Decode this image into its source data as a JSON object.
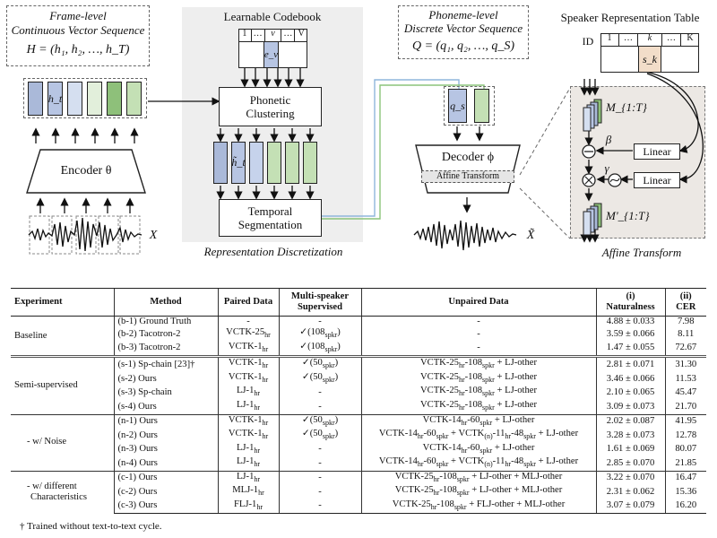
{
  "diagram": {
    "frame_title_line1": "Frame-level",
    "frame_title_line2": "Continuous Vector Sequence",
    "frame_formula": "H = (h₁, h₂, …, h_T)",
    "h_t": "h_t",
    "encoder": "Encoder θ",
    "x_label": "X",
    "codebook_title": "Learnable Codebook",
    "codebook_cells": [
      "1",
      "…",
      "v",
      "…",
      "V"
    ],
    "codebook_entry": "e_v",
    "phonetic_clustering": "Phonetic Clustering",
    "h_tilde": "h̃_t",
    "temporal_segmentation": "Temporal Segmentation",
    "discretization_caption": "Representation Discretization",
    "phoneme_title_line1": "Phoneme-level",
    "phoneme_title_line2": "Discrete Vector Sequence",
    "phoneme_formula": "Q = (q₁, q₂, …, q_S)",
    "q_s": "q_s",
    "decoder": "Decoder ϕ",
    "affine_inner": "Affine Transform",
    "x_hat": "X̃",
    "speaker_table_title": "Speaker Representation Table",
    "speaker_table_id": "ID",
    "speaker_cells": [
      "1",
      "…",
      "k",
      "…",
      "K"
    ],
    "speaker_entry": "s_k",
    "m_in": "M_{1:T}",
    "m_out": "M'_{1:T}",
    "beta": "β",
    "gamma": "γ",
    "linear1": "Linear",
    "linear2": "Linear",
    "affine_caption": "Affine Transform"
  },
  "table": {
    "headers": {
      "experiment": "Experiment",
      "method": "Method",
      "paired": "Paired Data",
      "multi_line1": "Multi-speaker",
      "multi_line2": "Supervised",
      "unpaired": "Unpaired Data",
      "nat_num": "(i)",
      "nat_label": "Naturalness",
      "cer_num": "(ii)",
      "cer_label": "CER"
    },
    "groups": [
      {
        "experiment": "Baseline",
        "rows": [
          {
            "method": "(b-1) Ground Truth",
            "paired": "-",
            "multi": "-",
            "unpaired": "-",
            "nat": "4.88 ± 0.033",
            "cer": "7.98"
          },
          {
            "method": "(b-2) Tacotron-2",
            "paired": "VCTK-25hr",
            "multi": "✓(108spkr)",
            "unpaired": "-",
            "nat": "3.59 ± 0.066",
            "cer": "8.11"
          },
          {
            "method": "(b-3) Tacotron-2",
            "paired": "VCTK-1hr",
            "multi": "✓(108spkr)",
            "unpaired": "-",
            "nat": "1.47 ± 0.055",
            "cer": "72.67"
          }
        ]
      },
      {
        "experiment": "Semi-supervised",
        "rows": [
          {
            "method": "(s-1) Sp-chain [23]†",
            "paired": "VCTK-1hr",
            "multi": "✓(50spkr)",
            "unpaired": "VCTK-25hr-108spkr + LJ-other",
            "nat": "2.81 ± 0.071",
            "cer": "31.30"
          },
          {
            "method": "(s-2) Ours",
            "paired": "VCTK-1hr",
            "multi": "✓(50spkr)",
            "unpaired": "VCTK-25hr-108spkr + LJ-other",
            "nat": "3.46 ± 0.066",
            "cer": "11.53"
          },
          {
            "method": "(s-3) Sp-chain",
            "paired": "LJ-1hr",
            "multi": "-",
            "unpaired": "VCTK-25hr-108spkr + LJ-other",
            "nat": "2.10 ± 0.065",
            "cer": "45.47"
          },
          {
            "method": "(s-4) Ours",
            "paired": "LJ-1hr",
            "multi": "-",
            "unpaired": "VCTK-25hr-108spkr + LJ-other",
            "nat": "3.09 ± 0.073",
            "cer": "21.70"
          }
        ]
      },
      {
        "experiment": "- w/ Noise",
        "rows": [
          {
            "method": "(n-1) Ours",
            "paired": "VCTK-1hr",
            "multi": "✓(50spkr)",
            "unpaired": "VCTK-14hr-60spkr + LJ-other",
            "nat": "2.02 ± 0.087",
            "cer": "41.95"
          },
          {
            "method": "(n-2) Ours",
            "paired": "VCTK-1hr",
            "multi": "✓(50spkr)",
            "unpaired": "VCTK-14hr-60spkr + VCTK(n)-11hr-48spkr + LJ-other",
            "nat": "3.28 ± 0.073",
            "cer": "12.78"
          },
          {
            "method": "(n-3) Ours",
            "paired": "LJ-1hr",
            "multi": "-",
            "unpaired": "VCTK-14hr-60spkr + LJ-other",
            "nat": "1.61 ± 0.069",
            "cer": "80.07"
          },
          {
            "method": "(n-4) Ours",
            "paired": "LJ-1hr",
            "multi": "-",
            "unpaired": "VCTK-14hr-60spkr + VCTK(n)-11hr-48spkr + LJ-other",
            "nat": "2.85 ± 0.070",
            "cer": "21.85"
          }
        ]
      },
      {
        "experiment_line1": "- w/ different",
        "experiment_line2": "Characteristics",
        "rows": [
          {
            "method": "(c-1) Ours",
            "paired": "LJ-1hr",
            "multi": "-",
            "unpaired": "VCTK-25hr-108spkr + LJ-other + MLJ-other",
            "nat": "3.22 ± 0.070",
            "cer": "16.47"
          },
          {
            "method": "(c-2) Ours",
            "paired": "MLJ-1hr",
            "multi": "-",
            "unpaired": "VCTK-25hr-108spkr + LJ-other + MLJ-other",
            "nat": "2.31 ± 0.062",
            "cer": "15.36"
          },
          {
            "method": "(c-3) Ours",
            "paired": "FLJ-1hr",
            "multi": "-",
            "unpaired": "VCTK-25hr-108spkr + FLJ-other + MLJ-other",
            "nat": "3.07 ± 0.079",
            "cer": "16.20"
          }
        ]
      }
    ],
    "footnote": "† Trained without text-to-text cycle."
  }
}
